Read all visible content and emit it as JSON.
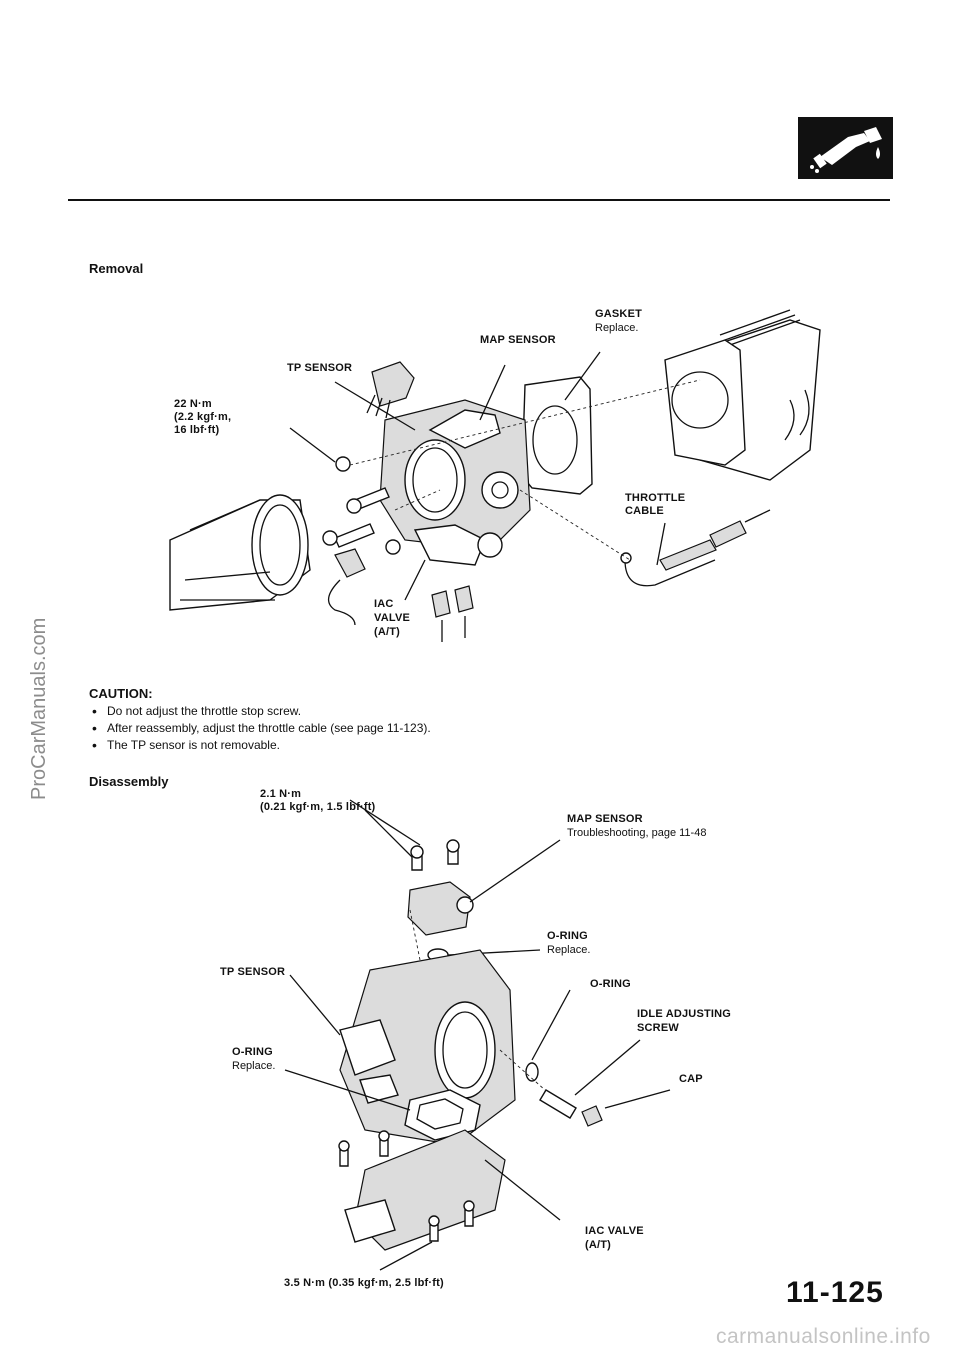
{
  "removal": {
    "heading": "Removal",
    "labels": {
      "tp_sensor": "TP SENSOR",
      "map_sensor": "MAP SENSOR",
      "gasket": "GASKET",
      "gasket_note": "Replace.",
      "torque_l1": "22 N·m",
      "torque_l2": "(2.2 kgf·m,",
      "torque_l3": "16 lbf·ft)",
      "throttle_l1": "THROTTLE",
      "throttle_l2": "CABLE",
      "iac_l1": "IAC",
      "iac_l2": "VALVE",
      "iac_l3": "(A/T)"
    }
  },
  "caution": {
    "heading": "CAUTION:",
    "items": [
      "Do not adjust the throttle stop screw.",
      "After reassembly, adjust the throttle cable (see page 11-123).",
      "The TP sensor is not removable."
    ]
  },
  "disassembly": {
    "heading": "Disassembly",
    "labels": {
      "torque_top_l1": "2.1 N·m",
      "torque_top_l2": "(0.21 kgf·m, 1.5 lbf·ft)",
      "map_sensor": "MAP SENSOR",
      "map_note": "Troubleshooting, page 11-48",
      "oring_a": "O-RING",
      "oring_a_note": "Replace.",
      "tp_sensor": "TP SENSOR",
      "oring_b": "O-RING",
      "idle_l1": "IDLE ADJUSTING",
      "idle_l2": "SCREW",
      "oring_c": "O-RING",
      "oring_c_note": "Replace.",
      "cap": "CAP",
      "iac_l1": "IAC VALVE",
      "iac_l2": "(A/T)",
      "torque_bottom": "3.5 N·m (0.35 kgf·m, 2.5 lbf·ft)"
    }
  },
  "page_number": "11-125",
  "watermark_side": "ProCarManuals.com",
  "watermark_bottom": "carmanualsonline.info",
  "icons": {
    "section": "fuel-nozzle-icon"
  }
}
